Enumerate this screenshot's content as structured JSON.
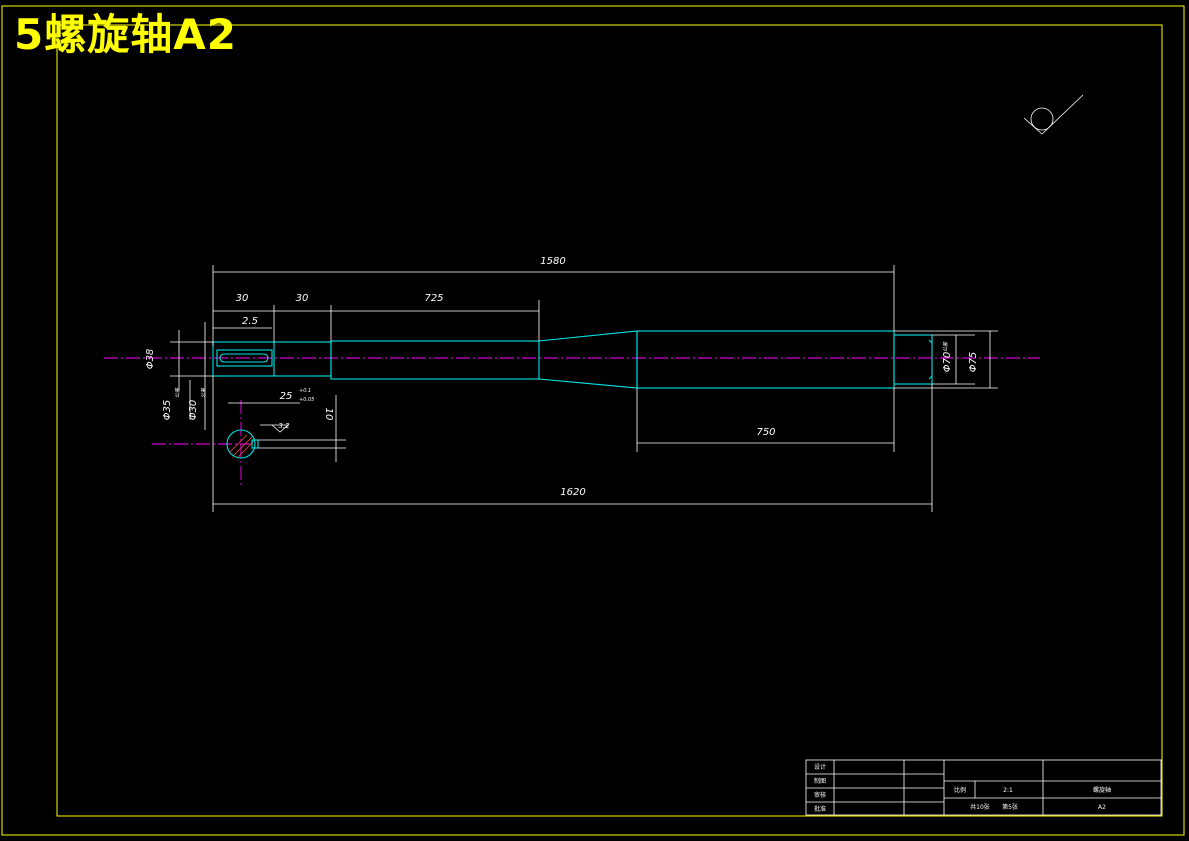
{
  "title": "5螺旋轴A2",
  "dimensions": {
    "overall_top": "1580",
    "seg_a": "30",
    "seg_b": "30",
    "seg_c": "725",
    "keyway_offset": "2.5",
    "diameter_38": "Φ38",
    "diameter_35": "Φ35",
    "diameter_30": "Φ30",
    "diameter_70": "Φ70",
    "diameter_75": "Φ75",
    "key_depth": "25",
    "key_tol_upper": "+0.1",
    "key_tol_lower": "+0.05",
    "key_width": "10",
    "roughness": "3.2",
    "length_750": "750",
    "overall_bottom": "1620",
    "tol_note": "公差"
  },
  "title_block": {
    "left_labels": [
      "设计",
      "制图",
      "审核",
      "批准"
    ],
    "scale_label": "比例",
    "scale_value": "2:1",
    "part_name": "螺旋轴",
    "sheet_info": "共10张",
    "sheet_num": "第5张",
    "drawing_no": "A2"
  },
  "colors": {
    "background": "#000000",
    "frame": "#ffff00",
    "outline": "#00e5e5",
    "centerline": "#ff00ff",
    "dimension": "#ffffff"
  }
}
